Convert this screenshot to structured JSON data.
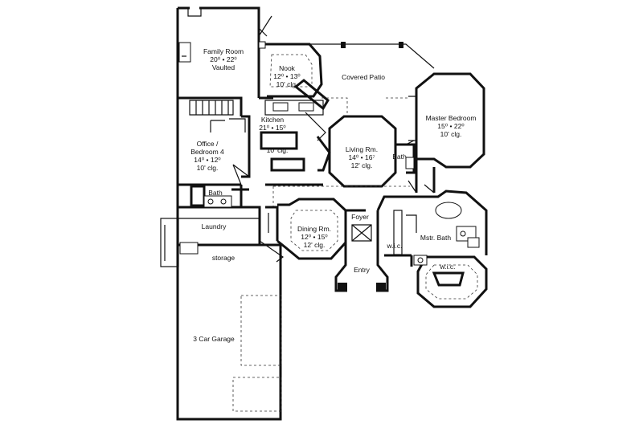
{
  "rooms": [
    {
      "id": "family-room",
      "lines": [
        "Family Room",
        "20⁰ • 22⁰",
        "Vaulted"
      ]
    },
    {
      "id": "nook",
      "lines": [
        "Nook",
        "12⁰ • 13⁰",
        "10' clg."
      ]
    },
    {
      "id": "covered-patio",
      "lines": [
        "Covered Patio"
      ]
    },
    {
      "id": "master-bedroom",
      "lines": [
        "Master Bedroom",
        "15⁰ • 22⁰",
        "10' clg."
      ]
    },
    {
      "id": "kitchen",
      "lines": [
        "Kitchen",
        "21⁰ • 15⁰"
      ]
    },
    {
      "id": "kitchen-clg",
      "lines": [
        "10' clg."
      ]
    },
    {
      "id": "office",
      "lines": [
        "Office /",
        "Bedroom 4",
        "14⁰ • 12⁰",
        "10' clg."
      ]
    },
    {
      "id": "living-room",
      "lines": [
        "Living Rm.",
        "14⁰ • 16⁷",
        "12' clg."
      ]
    },
    {
      "id": "bath-center",
      "lines": [
        "Bath"
      ]
    },
    {
      "id": "bath-left",
      "lines": [
        "Bath"
      ]
    },
    {
      "id": "laundry",
      "lines": [
        "Laundry"
      ]
    },
    {
      "id": "dining-room",
      "lines": [
        "Dining Rm.",
        "12⁰ • 15⁰",
        "12' clg."
      ]
    },
    {
      "id": "foyer",
      "lines": [
        "Foyer"
      ]
    },
    {
      "id": "wic-left",
      "lines": [
        "w.i.c."
      ]
    },
    {
      "id": "mstr-bath",
      "lines": [
        "Mstr. Bath"
      ]
    },
    {
      "id": "wic-right",
      "lines": [
        "w.i.c."
      ]
    },
    {
      "id": "storage",
      "lines": [
        "storage"
      ]
    },
    {
      "id": "entry",
      "lines": [
        "Entry"
      ]
    },
    {
      "id": "garage",
      "lines": [
        "3 Car Garage"
      ]
    }
  ]
}
